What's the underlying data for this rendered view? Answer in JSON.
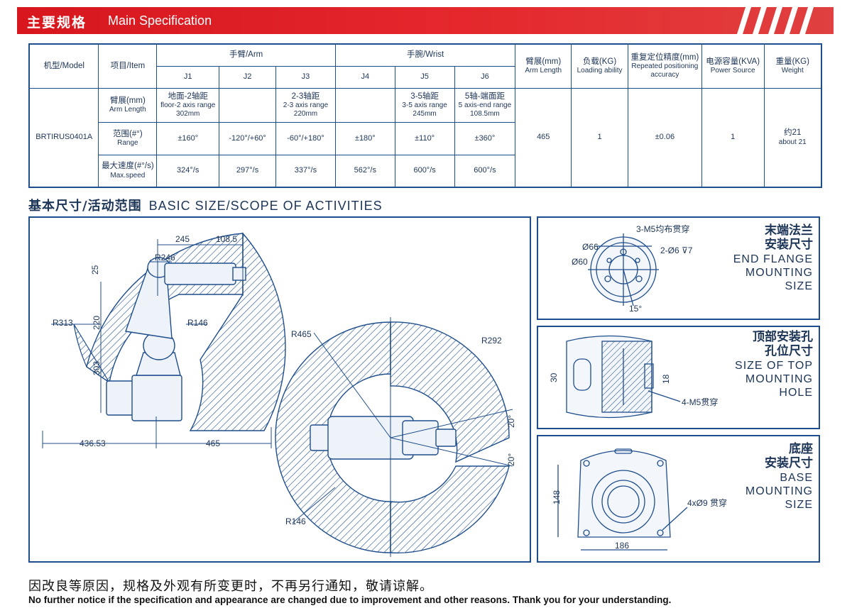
{
  "header": {
    "zh": "主要规格",
    "en": "Main Specification"
  },
  "table": {
    "h_model": "机型/Model",
    "h_item": "项目/Item",
    "h_arm": "手臂/Arm",
    "h_wrist": "手腕/Wrist",
    "joints": [
      "J1",
      "J2",
      "J3",
      "J4",
      "J5",
      "J6"
    ],
    "h_reach": {
      "zh": "臂展(mm)",
      "en": "Arm Length"
    },
    "h_load": {
      "zh": "负载(KG)",
      "en": "Loading ability"
    },
    "h_repeat": {
      "zh": "重复定位精度(mm)",
      "en": "Repeated positioning accuracy"
    },
    "h_power": {
      "zh": "电源容量(KVA)",
      "en": "Power Source"
    },
    "h_weight": {
      "zh": "重量(KG)",
      "en": "Weight"
    },
    "model": "BRTIRUS0401A",
    "row_len": {
      "zh": "臂展(mm)",
      "en": "Arm Length"
    },
    "row_range": {
      "zh": "范围(#°)",
      "en": "Range"
    },
    "row_speed": {
      "zh": "最大速度(#°/s)",
      "en": "Max.speed"
    },
    "len_j1": {
      "zh": "地面-2轴距",
      "en": "floor-2 axis range",
      "v": "302mm"
    },
    "len_j3": {
      "zh": "2-3轴距",
      "en": "2-3 axis range",
      "v": "220mm"
    },
    "len_j5": {
      "zh": "3-5轴距",
      "en": "3-5 axis range",
      "v": "245mm"
    },
    "len_j6": {
      "zh": "5轴-端面距",
      "en": "5 axis-end range",
      "v": "108.5mm"
    },
    "range": [
      "±160°",
      "-120°/+60°",
      "-60°/+180°",
      "±180°",
      "±110°",
      "±360°"
    ],
    "speed": [
      "324°/s",
      "297°/s",
      "337°/s",
      "562°/s",
      "600°/s",
      "600°/s"
    ],
    "reach": "465",
    "load": "1",
    "repeat": "±0.06",
    "power": "1",
    "weight_zh": "约21",
    "weight_en": "about 21"
  },
  "section2": {
    "zh": "基本尺寸/活动范围",
    "en": "BASIC SIZE/SCOPE OF ACTIVITIES"
  },
  "main_dims": {
    "d245": "245",
    "d108": "108.5",
    "r246": "R246",
    "d25": "25",
    "d220": "220",
    "r313": "R313",
    "r146a": "R146",
    "d303": "303",
    "d436": "436.53",
    "d465": "465",
    "r465": "R465",
    "r292": "R292",
    "a20a": "20°",
    "a20b": "20°",
    "r146b": "R146"
  },
  "flange": {
    "zh1": "末端法兰",
    "zh2": "安装尺寸",
    "en1": "END FLANGE",
    "en2": "MOUNTING",
    "en3": "SIZE",
    "d66": "Ø66",
    "d60": "Ø60",
    "m5": "3-M5均布贯穿",
    "h6": "2-Ø6 ⊽7",
    "a15": "15°"
  },
  "top": {
    "zh1": "顶部安装孔",
    "zh2": "孔位尺寸",
    "en1": "SIZE OF TOP",
    "en2": "MOUNTING",
    "en3": "HOLE",
    "d30": "30",
    "d18": "18",
    "m5": "4-M5贯穿"
  },
  "base": {
    "zh1": "底座",
    "zh2": "安装尺寸",
    "en1": "BASE",
    "en2": "MOUNTING",
    "en3": "SIZE",
    "d148": "148",
    "d186": "186",
    "h9": "4xØ9  贯穿"
  },
  "footer": {
    "zh": "因改良等原因，规格及外观有所变更时，不再另行通知，敬请谅解。",
    "en": "No further notice if the specification and appearance are changed due to improvement and other reasons. Thank you for your understanding."
  },
  "colors": {
    "red": "#d7161e",
    "navy": "#1f4e8c",
    "text": "#1d3557"
  }
}
